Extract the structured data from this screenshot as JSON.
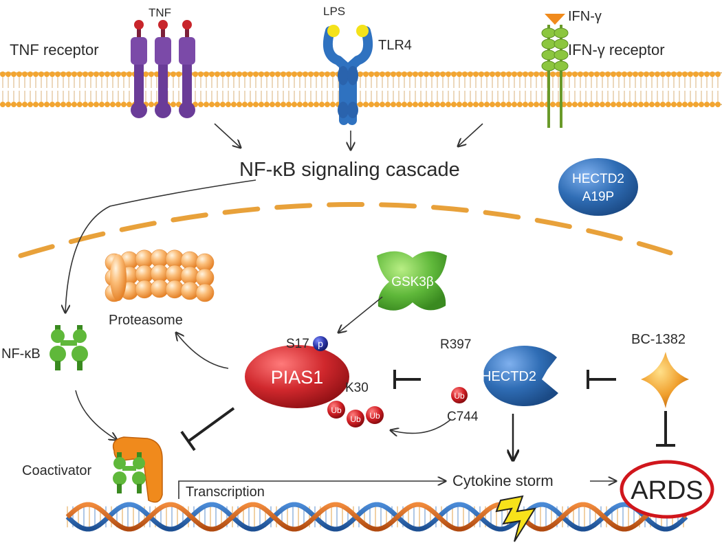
{
  "ligands": {
    "tnf": "TNF",
    "lps": "LPS",
    "ifng": "IFN-γ"
  },
  "receptors": {
    "tnf_receptor": "TNF receptor",
    "tlr4": "TLR4",
    "ifng_receptor": "IFN-γ receptor"
  },
  "pathway": {
    "nfkb_cascade": "NF-κB signaling cascade"
  },
  "nodes": {
    "hectd2_a19p_line1": "HECTD2",
    "hectd2_a19p_line2": "A19P",
    "gsk3b": "GSK3β",
    "proteasome": "Proteasome",
    "nfkb": "NF-κB",
    "pias1": "PIAS1",
    "hectd2": "HECTD2",
    "bc1382": "BC-1382",
    "coactivator": "Coactivator",
    "transcription": "Transcription",
    "cytokine_storm": "Cytokine storm",
    "ards": "ARDS"
  },
  "sites": {
    "s17": "S17",
    "p": "p",
    "k30": "K30",
    "r397": "R397",
    "c744": "C744",
    "ub": "Ub"
  },
  "colors": {
    "membrane_head": "#f2a531",
    "tnf_receptor": "#7b4aa8",
    "tlr4": "#2f72c0",
    "ifng_receptor": "#8cc63f",
    "hectd2": "#2f6db5",
    "pias1": "#c8252b",
    "gsk3b": "#5fb83a",
    "proteasome": "#f7a24a",
    "bc1382": "#f0a02e",
    "ards_ring": "#d0161c",
    "nucleus": "#e8a13a"
  }
}
